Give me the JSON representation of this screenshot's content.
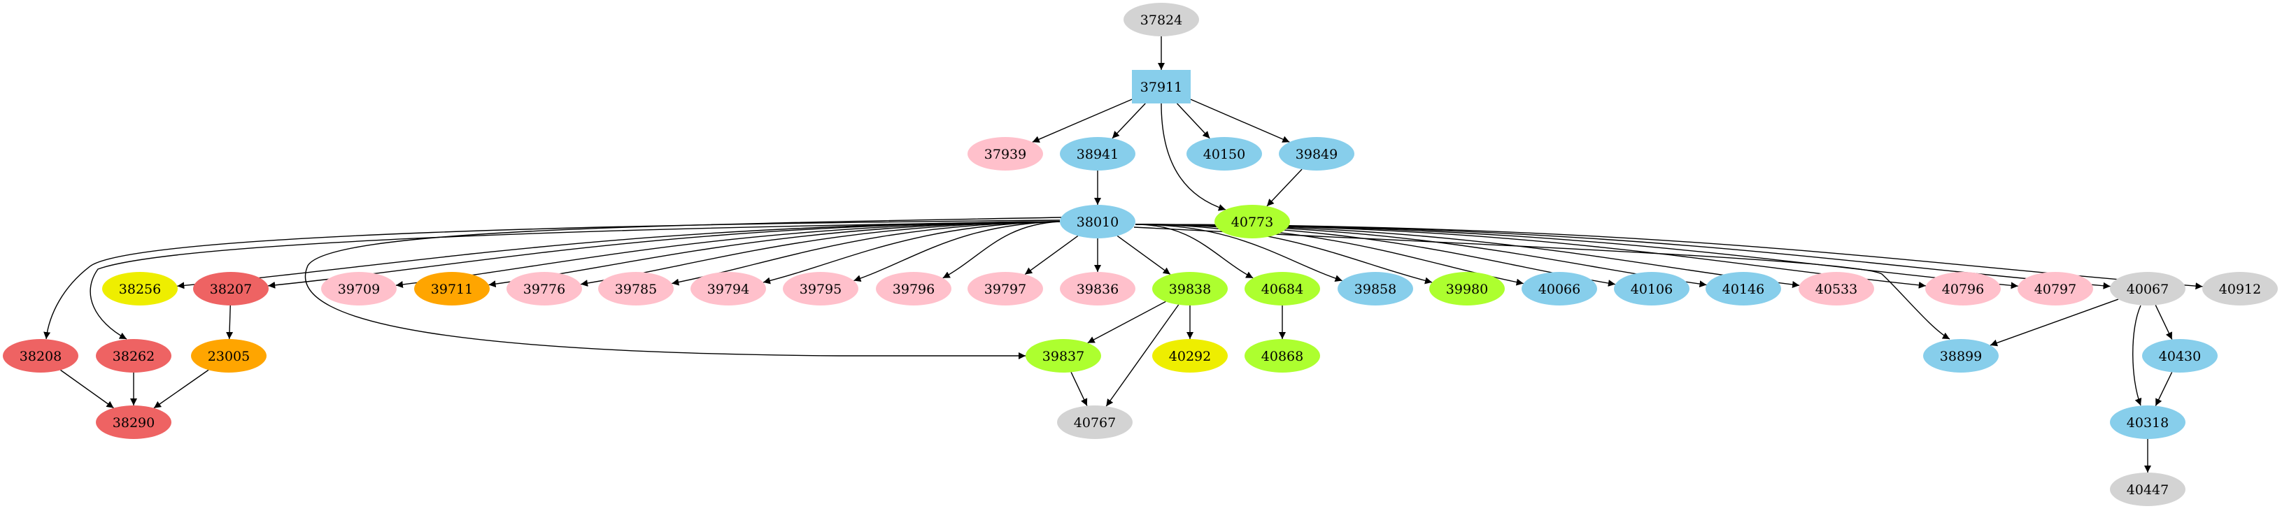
{
  "graph": {
    "type": "directed-graph",
    "colors": {
      "skyblue": "#87CEEB",
      "pink": "#FFC0CB",
      "gray": "#D3D3D3",
      "green": "#ADFF2F",
      "yellow": "#EEEE00",
      "orange": "#FFA500",
      "red": "#EE6363"
    },
    "nodes": [
      {
        "id": "37824",
        "color": "gray",
        "shape": "ellipse"
      },
      {
        "id": "37911",
        "color": "skyblue",
        "shape": "box"
      },
      {
        "id": "37939",
        "color": "pink",
        "shape": "ellipse"
      },
      {
        "id": "38941",
        "color": "skyblue",
        "shape": "ellipse"
      },
      {
        "id": "40150",
        "color": "skyblue",
        "shape": "ellipse"
      },
      {
        "id": "39849",
        "color": "skyblue",
        "shape": "ellipse"
      },
      {
        "id": "38010",
        "color": "skyblue",
        "shape": "ellipse"
      },
      {
        "id": "40773",
        "color": "green",
        "shape": "ellipse"
      },
      {
        "id": "38256",
        "color": "yellow",
        "shape": "ellipse"
      },
      {
        "id": "38207",
        "color": "red",
        "shape": "ellipse"
      },
      {
        "id": "39709",
        "color": "pink",
        "shape": "ellipse"
      },
      {
        "id": "39711",
        "color": "orange",
        "shape": "ellipse"
      },
      {
        "id": "39776",
        "color": "pink",
        "shape": "ellipse"
      },
      {
        "id": "39785",
        "color": "pink",
        "shape": "ellipse"
      },
      {
        "id": "39794",
        "color": "pink",
        "shape": "ellipse"
      },
      {
        "id": "39795",
        "color": "pink",
        "shape": "ellipse"
      },
      {
        "id": "39796",
        "color": "pink",
        "shape": "ellipse"
      },
      {
        "id": "39797",
        "color": "pink",
        "shape": "ellipse"
      },
      {
        "id": "39836",
        "color": "pink",
        "shape": "ellipse"
      },
      {
        "id": "39838",
        "color": "green",
        "shape": "ellipse"
      },
      {
        "id": "40684",
        "color": "green",
        "shape": "ellipse"
      },
      {
        "id": "39858",
        "color": "skyblue",
        "shape": "ellipse"
      },
      {
        "id": "39980",
        "color": "green",
        "shape": "ellipse"
      },
      {
        "id": "40066",
        "color": "skyblue",
        "shape": "ellipse"
      },
      {
        "id": "40106",
        "color": "skyblue",
        "shape": "ellipse"
      },
      {
        "id": "40146",
        "color": "skyblue",
        "shape": "ellipse"
      },
      {
        "id": "40533",
        "color": "pink",
        "shape": "ellipse"
      },
      {
        "id": "40796",
        "color": "pink",
        "shape": "ellipse"
      },
      {
        "id": "40797",
        "color": "pink",
        "shape": "ellipse"
      },
      {
        "id": "40067",
        "color": "gray",
        "shape": "ellipse"
      },
      {
        "id": "40912",
        "color": "gray",
        "shape": "ellipse"
      },
      {
        "id": "38208",
        "color": "red",
        "shape": "ellipse"
      },
      {
        "id": "38262",
        "color": "red",
        "shape": "ellipse"
      },
      {
        "id": "23005",
        "color": "orange",
        "shape": "ellipse"
      },
      {
        "id": "39837",
        "color": "green",
        "shape": "ellipse"
      },
      {
        "id": "40292",
        "color": "yellow",
        "shape": "ellipse"
      },
      {
        "id": "40868",
        "color": "green",
        "shape": "ellipse"
      },
      {
        "id": "38899",
        "color": "skyblue",
        "shape": "ellipse"
      },
      {
        "id": "40430",
        "color": "skyblue",
        "shape": "ellipse"
      },
      {
        "id": "38290",
        "color": "red",
        "shape": "ellipse"
      },
      {
        "id": "40767",
        "color": "gray",
        "shape": "ellipse"
      },
      {
        "id": "40318",
        "color": "skyblue",
        "shape": "ellipse"
      },
      {
        "id": "40447",
        "color": "gray",
        "shape": "ellipse"
      }
    ],
    "edges": [
      [
        "37824",
        "37911"
      ],
      [
        "37911",
        "37939"
      ],
      [
        "37911",
        "38941"
      ],
      [
        "37911",
        "40150"
      ],
      [
        "37911",
        "39849"
      ],
      [
        "37911",
        "40773"
      ],
      [
        "38941",
        "38010"
      ],
      [
        "39849",
        "40773"
      ],
      [
        "38010",
        "38208"
      ],
      [
        "38010",
        "38262"
      ],
      [
        "38010",
        "38256"
      ],
      [
        "38010",
        "38207"
      ],
      [
        "38010",
        "39837"
      ],
      [
        "38010",
        "39709"
      ],
      [
        "38010",
        "39711"
      ],
      [
        "38010",
        "39776"
      ],
      [
        "38010",
        "39785"
      ],
      [
        "38010",
        "39794"
      ],
      [
        "38010",
        "39795"
      ],
      [
        "38010",
        "39796"
      ],
      [
        "38010",
        "39797"
      ],
      [
        "38010",
        "39836"
      ],
      [
        "38010",
        "39838"
      ],
      [
        "38010",
        "40684"
      ],
      [
        "38010",
        "39858"
      ],
      [
        "38010",
        "39980"
      ],
      [
        "38010",
        "40066"
      ],
      [
        "38010",
        "40106"
      ],
      [
        "38010",
        "40146"
      ],
      [
        "38010",
        "40533"
      ],
      [
        "38010",
        "38899"
      ],
      [
        "38010",
        "40796"
      ],
      [
        "38010",
        "40797"
      ],
      [
        "38010",
        "40067"
      ],
      [
        "38010",
        "40912"
      ],
      [
        "38207",
        "23005"
      ],
      [
        "38208",
        "38290"
      ],
      [
        "38262",
        "38290"
      ],
      [
        "23005",
        "38290"
      ],
      [
        "39838",
        "39837"
      ],
      [
        "39838",
        "40767"
      ],
      [
        "39838",
        "40292"
      ],
      [
        "39837",
        "40767"
      ],
      [
        "40684",
        "40868"
      ],
      [
        "40067",
        "38899"
      ],
      [
        "40067",
        "40430"
      ],
      [
        "40067",
        "40318"
      ],
      [
        "40430",
        "40318"
      ],
      [
        "40318",
        "40447"
      ]
    ]
  }
}
